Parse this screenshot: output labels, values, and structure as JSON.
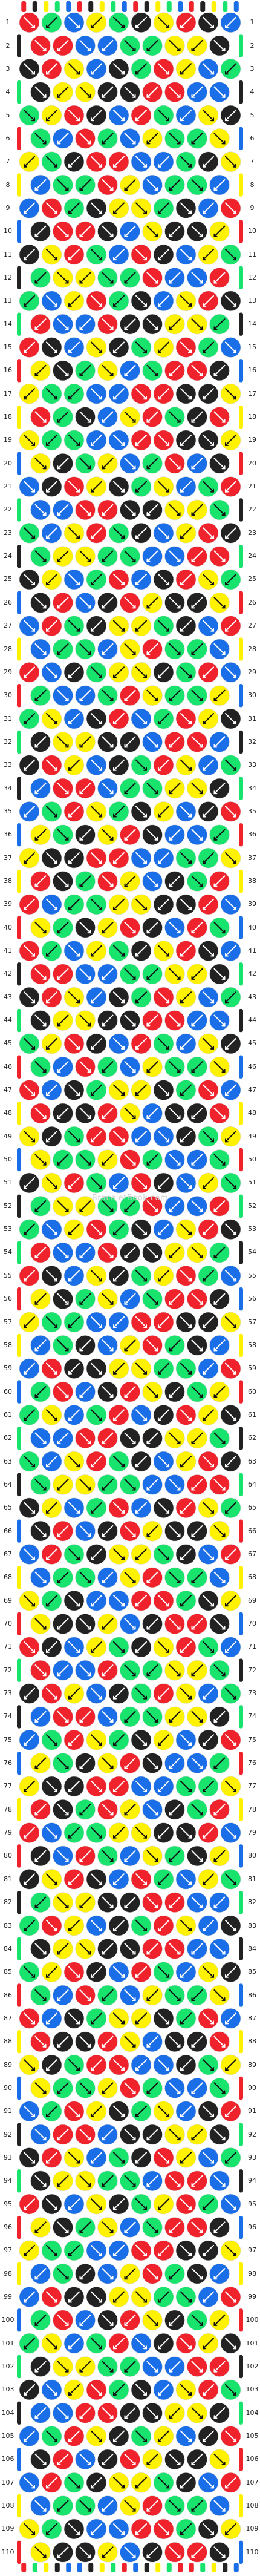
{
  "palette": {
    "R": "#f0232d",
    "K": "#222222",
    "Y": "#fff200",
    "G": "#18e36c",
    "B": "#1a6fe8",
    "W": "#ffffff"
  },
  "strings": [
    "R",
    "K",
    "Y",
    "G",
    "B",
    "R",
    "K",
    "Y",
    "G",
    "B",
    "R",
    "K",
    "Y",
    "G",
    "B",
    "R",
    "K",
    "Y",
    "G",
    "B"
  ],
  "row_count": 110,
  "watermark": "BraceletBook.com"
}
